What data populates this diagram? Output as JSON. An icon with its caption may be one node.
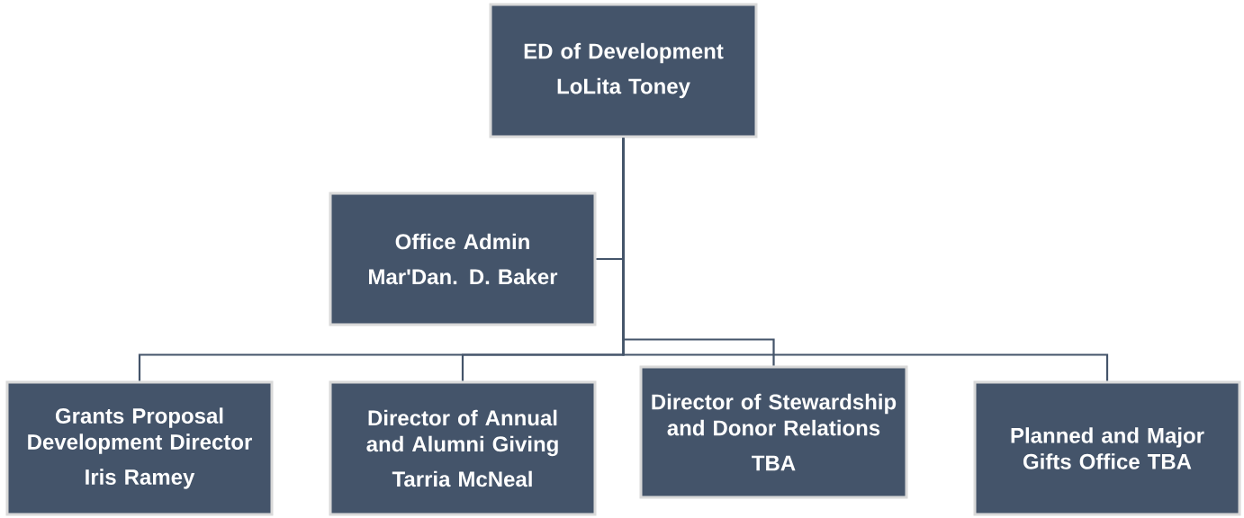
{
  "diagram": {
    "nodes": [
      {
        "text": [
          "ED of Development",
          "LoLita Toney"
        ]
      },
      {
        "text": [
          "Office Admin",
          "Mar'Dan. D. Baker"
        ]
      },
      {
        "text": [
          "Grants Proposal Development Director",
          "Iris Ramey"
        ]
      },
      {
        "text": [
          "Director of Annual and Alumni Giving",
          "Tarria McNeal"
        ]
      },
      {
        "text": [
          "Director of Stewardship and Donor Relations",
          "TBA"
        ]
      },
      {
        "text": [
          "Planned and Major Gifts Office TBA"
        ]
      }
    ],
    "edges": [
      {
        "from": 0,
        "to": 1,
        "arrow": "none"
      },
      {
        "from": 0,
        "to": 2,
        "arrow": "none"
      },
      {
        "from": 0,
        "to": 3,
        "arrow": "none"
      },
      {
        "from": 0,
        "to": 4,
        "arrow": "none"
      },
      {
        "from": 0,
        "to": 5,
        "arrow": "none"
      }
    ]
  }
}
